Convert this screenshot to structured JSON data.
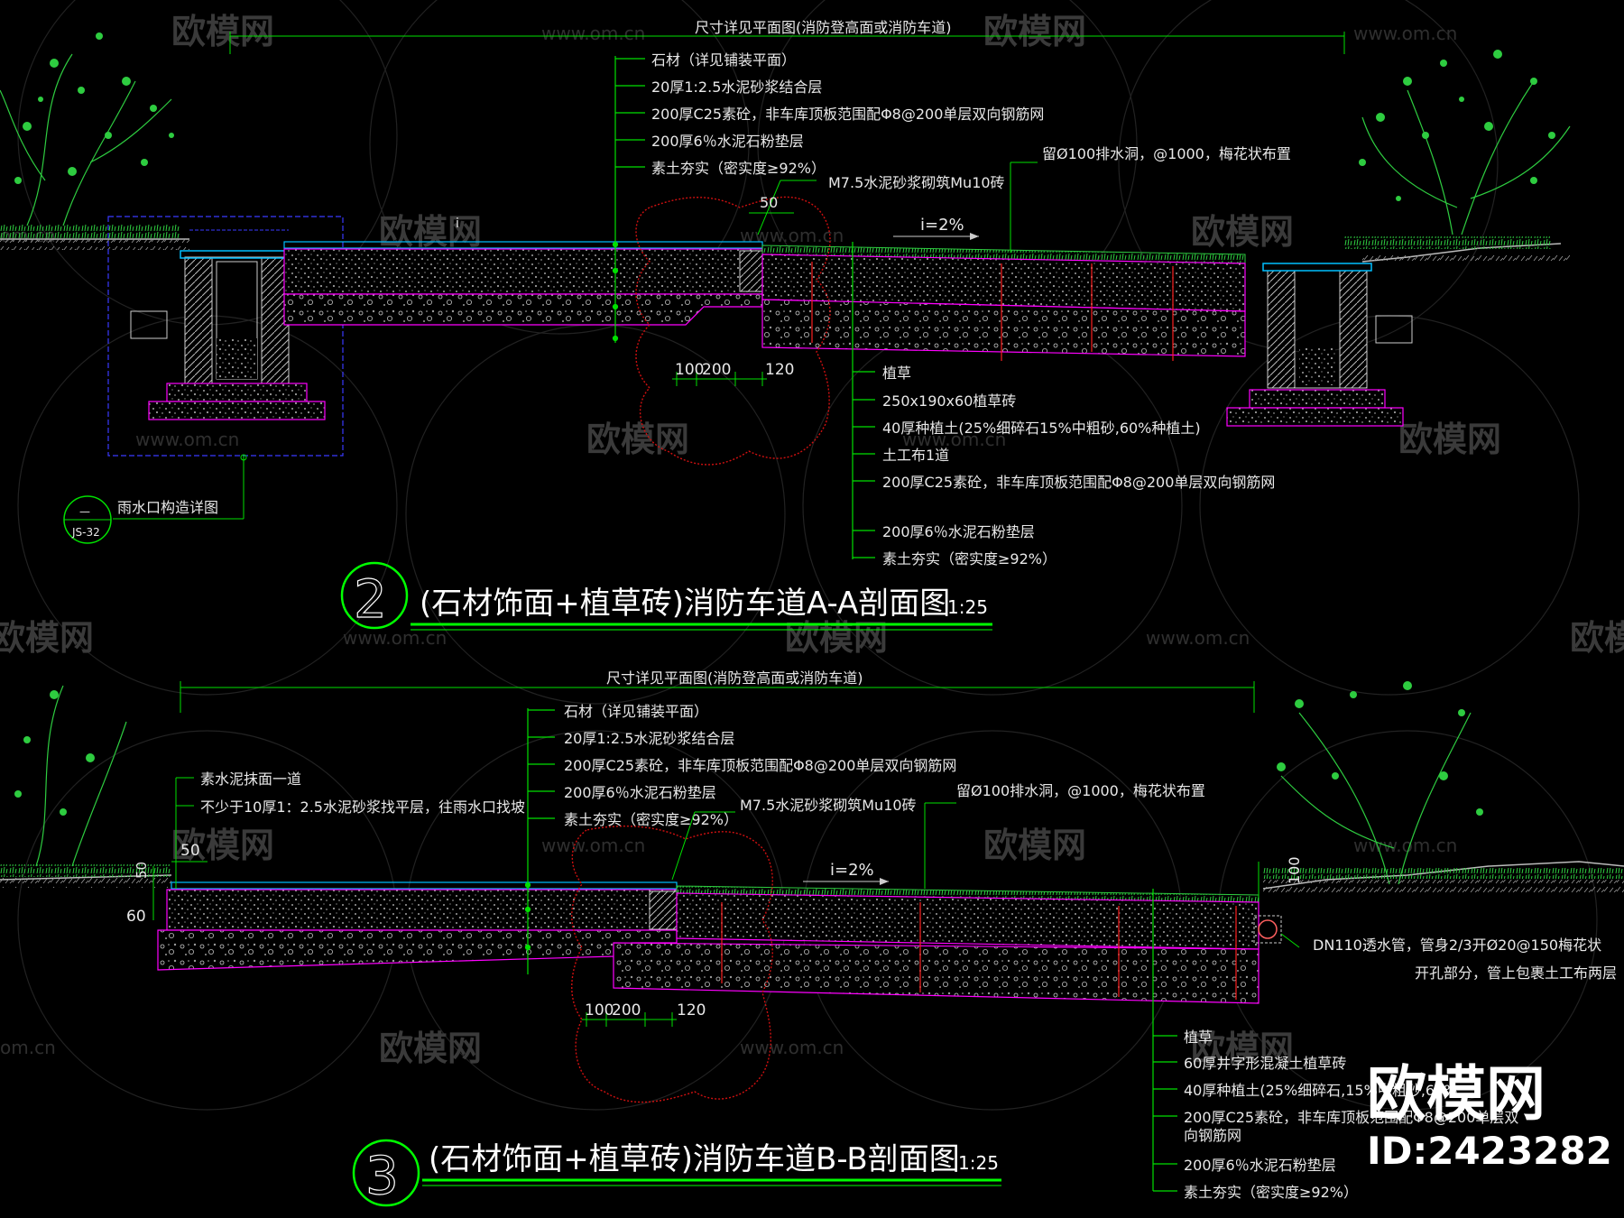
{
  "section_a": {
    "overall_dim": "尺寸详见平面图(消防登高面或消防车道)",
    "stone_layers": [
      "石材（详见铺装平面）",
      "20厚1:2.5水泥砂浆结合层",
      "200厚C25素砼，非车库顶板范围配Φ8@200单层双向钢筋网",
      "200厚6％水泥石粉垫层",
      "素土夯实（密实度≥92%）"
    ],
    "curb_note": "M7.5水泥砂浆砌筑Mu10砖",
    "drain_note": "留Ø100排水洞，@1000，梅花状布置",
    "slope": "i=2%",
    "slope_small": "i",
    "dim_50": "50",
    "dims_bottom": [
      "100",
      "200",
      "120"
    ],
    "grass_layers": [
      "植草",
      "250x190x60植草砖",
      "40厚种植土(25%细碎石15%中粗砂,60%种植土)",
      "土工布1道",
      "200厚C25素砼，非车库顶板范围配Φ8@200单层双向钢筋网",
      "200厚6％水泥石粉垫层",
      "素土夯实（密实度≥92%）"
    ],
    "ref_label": "雨水口构造详图",
    "ref_top": "—",
    "ref_bottom": "JS-32",
    "title_num": "2",
    "title": "(石材饰面+植草砖)消防车道A-A剖面图",
    "scale": "1:25"
  },
  "section_b": {
    "overall_dim": "尺寸详见平面图(消防登高面或消防车道)",
    "left_notes": [
      "素水泥抹面一道",
      "不少于10厚1：2.5水泥砂浆找平层，往雨水口找坡"
    ],
    "stone_layers": [
      "石材（详见铺装平面）",
      "20厚1:2.5水泥砂浆结合层",
      "200厚C25素砼，非车库顶板范围配Φ8@200单层双向钢筋网",
      "200厚6％水泥石粉垫层",
      "素土夯实（密实度≥92%）"
    ],
    "curb_note": "M7.5水泥砂浆砌筑Mu10砖",
    "drain_note": "留Ø100排水洞，@1000，梅花状布置",
    "slope": "i=2%",
    "dims_left": [
      "50",
      "50",
      "60"
    ],
    "dim_100": "100",
    "dims_bottom": [
      "100",
      "200",
      "120"
    ],
    "pipe_note": [
      "DN110透水管，管身2/3开Ø20@150梅花状",
      "开孔部分，管上包裹土工布两层"
    ],
    "grass_layers": [
      "植草",
      "60厚井字形混凝土植草砖",
      "40厚种植土(25%细碎石,15%中粗砂,60%",
      "200厚C25素砼，非车库顶板范围配Φ8@200单层双",
      "向钢筋网",
      "200厚6％水泥石粉垫层",
      "素土夯实（密实度≥92%）"
    ],
    "title_num": "3",
    "title": "(石材饰面+植草砖)消防车道B-B剖面图",
    "scale": "1:25"
  },
  "watermark": {
    "brand": "欧模网",
    "url": "www.om.cn",
    "url_short": "om.cn",
    "id_label": "ID:2423282"
  },
  "colors": {
    "background": "#000000",
    "leader": "#00ff00",
    "slab": "#ff00ff",
    "rebar": "#ff2020",
    "tree": "#2ecc40",
    "dim": "#00e000"
  }
}
